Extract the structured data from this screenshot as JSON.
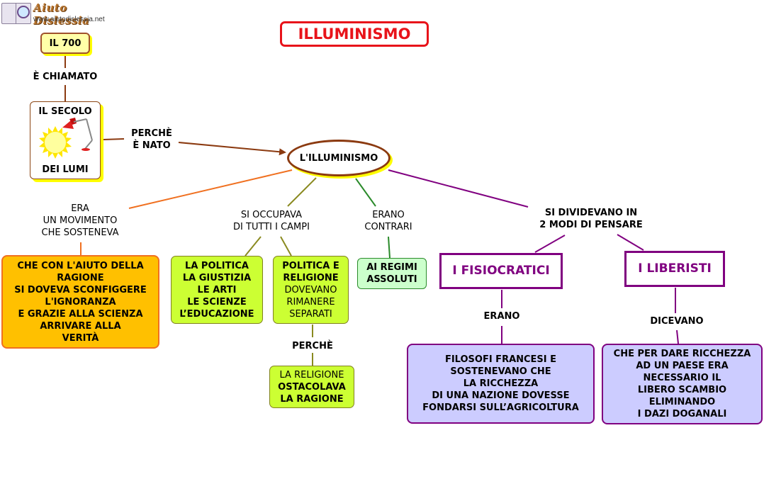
{
  "logo": {
    "brand": "Aiuto Dislessia",
    "url": "www.aiutodislessia.net"
  },
  "title": "ILLUMINISMO",
  "colors": {
    "title_red": "#e8131a",
    "center_brown": "#8b3a10",
    "orange_branch": "#f07020",
    "olive_branch": "#8a8a20",
    "green_branch": "#2a8a2a",
    "purple_branch": "#800080",
    "yellow_box": "#ffffa8",
    "orange_box": "#ffc000",
    "lime_box": "#ccff33",
    "light_green_box": "#ccffcc",
    "lavender_box": "#ccccff"
  },
  "nodes": {
    "il700": "IL 700",
    "link_chiamato": "È CHIAMATO",
    "secolo_top": "IL SECOLO",
    "secolo_bottom": "DEI LUMI",
    "lamp_icon": "desk-lamp-and-sun",
    "link_perche_nato": "PERCHÈ\nÈ NATO",
    "center": "L'ILLUMINISMO",
    "link_movimento": "ERA\nUN MOVIMENTO\nCHE SOSTENEVA",
    "ragione": "CHE CON L'AIUTO DELLA\nRAGIONE\nSI DOVEVA SCONFIGGERE\nL'IGNORANZA\nE GRAZIE ALLA SCIENZA\nARRIVARE ALLA\nVERITÀ",
    "link_occupava": "SI OCCUPAVA\nDI TUTTI I CAMPI",
    "campi": "LA POLITICA\nLA GIUSTIZIA\nLE ARTI\nLE SCIENZE\nL’EDUCAZIONE",
    "politica_bold": "POLITICA E\nRELIGIONE",
    "politica_normal": "DOVEVANO\nRIMANERE\nSEPARATI",
    "link_perche": "PERCHÈ",
    "religione_normal": "LA RELIGIONE",
    "religione_bold": "OSTACOLAVA\nLA RAGIONE",
    "link_contrari": "ERANO\nCONTRARI",
    "regimi": "AI REGIMI\nASSOLUTI",
    "link_dividevano": "SI DIVIDEVANO IN\n2 MODI DI PENSARE",
    "fisiocratici": "I FISIOCRATICI",
    "liberisti": "I LIBERISTI",
    "link_erano": "ERANO",
    "link_dicevano": "DICEVANO",
    "fisio_desc": "FILOSOFI FRANCESI E\nSOSTENEVANO CHE\n LA RICCHEZZA\nDI UNA NAZIONE DOVESSE\nFONDARSI SULL’AGRICOLTURA",
    "liber_desc": "CHE PER DARE RICCHEZZA\nAD UN PAESE ERA\n NECESSARIO IL\nLIBERO SCAMBIO\nELIMINANDO\nI DAZI DOGANALI"
  }
}
